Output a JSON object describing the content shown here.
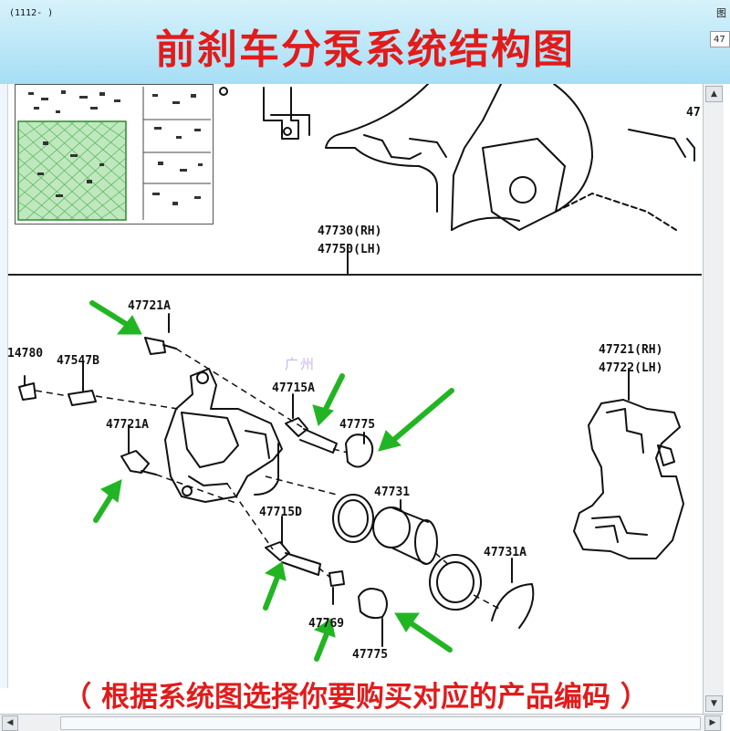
{
  "header": {
    "code": "(1112-     )",
    "title": "前刹车分泵系统结构图",
    "corner_label": "图",
    "corner_input": "47"
  },
  "diagram": {
    "watermark": "广州",
    "top_refs": {
      "rh": "47730(RH)",
      "lh": "47750(LH)",
      "corner": "47"
    },
    "parts": [
      {
        "code": "47721A"
      },
      {
        "code": "14780"
      },
      {
        "code": "47547B"
      },
      {
        "code": "47721A"
      },
      {
        "code": "47715A"
      },
      {
        "code": "47775"
      },
      {
        "code": "47731"
      },
      {
        "code": "47715D"
      },
      {
        "code": "47731A"
      },
      {
        "code": "47769"
      },
      {
        "code": "47775"
      },
      {
        "code": "47721(RH)"
      },
      {
        "code": "47722(LH)"
      }
    ]
  },
  "footer": {
    "instruction": "（ 根据系统图选择你要购买对应的产品编码 ）"
  },
  "colors": {
    "title": "#e21b1b",
    "arrow": "#22b523",
    "banner": "#a6def5"
  }
}
